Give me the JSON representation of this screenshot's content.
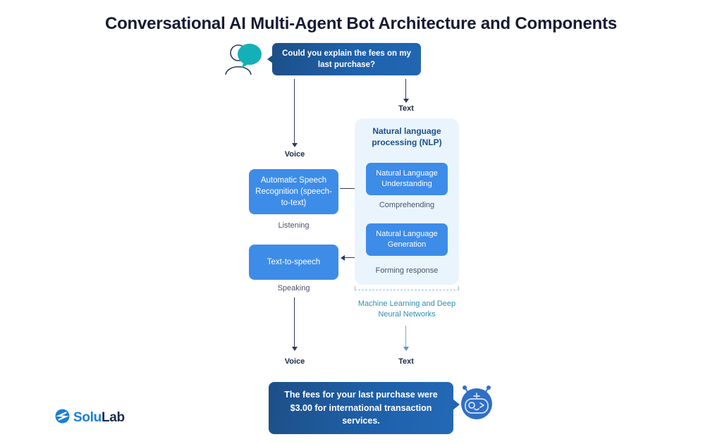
{
  "page": {
    "title": "Conversational AI Multi-Agent Bot Architecture and Components",
    "background": "#ffffff"
  },
  "colors": {
    "accent_blue": "#3d8ce8",
    "dark_navy": "#1d4f87",
    "panel_bg": "#eaf4fd",
    "teal": "#2d8fb5",
    "avatar_teal": "#14b0b8",
    "caption_grey": "#4a5568",
    "arrow": "#2b3a5c"
  },
  "user": {
    "icon": "user-with-speech-bubble-icon",
    "message": "Could you explain the fees on my last purchase?"
  },
  "bot": {
    "icon": "robot-head-icon",
    "message": "The fees for your last purchase were $3.00 for international transaction services."
  },
  "flow_labels": {
    "text_top": "Text",
    "voice_top": "Voice",
    "voice_bottom": "Voice",
    "text_bottom": "Text"
  },
  "left_column": {
    "asr": {
      "label": "Automatic Speech Recognition (speech-to-text)",
      "caption": "Listening"
    },
    "tts": {
      "label": "Text-to-speech",
      "caption": "Speaking"
    }
  },
  "nlp_panel": {
    "title": "Natural language processing (NLP)",
    "boxes": [
      {
        "label": "Natural Language Understanding",
        "caption": "Comprehending"
      },
      {
        "label": "Natural Language Generation",
        "caption": "Forming response"
      }
    ],
    "footer_label": "Machine Learning and Deep Neural Networks"
  },
  "logo": {
    "icon": "solulab-swoosh-icon",
    "part_one": "Solu",
    "part_two": "Lab"
  }
}
